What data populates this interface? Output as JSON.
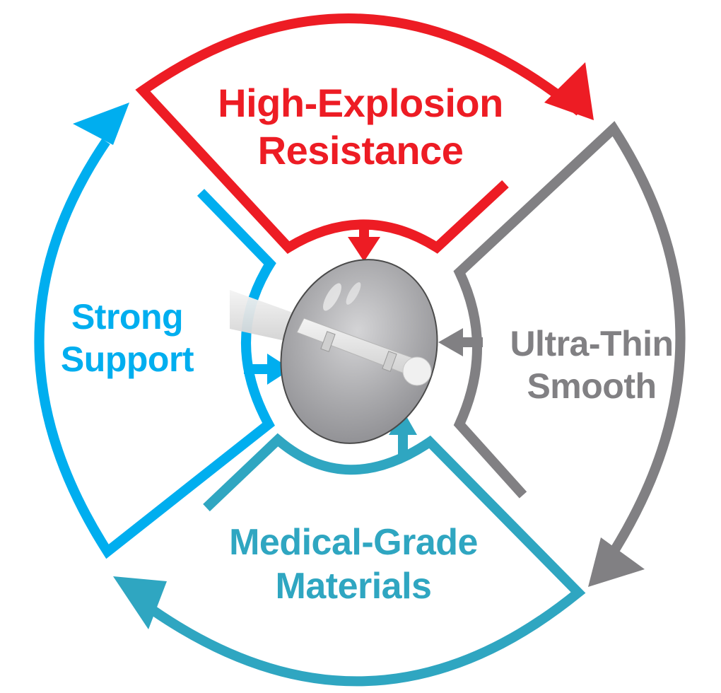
{
  "diagram": {
    "type": "cycle",
    "center_item": "balloon-catheter-product-image",
    "segments": [
      {
        "id": "top",
        "label_line1": "High-Explosion",
        "label_line2": "Resistance",
        "color": "#ed1c24"
      },
      {
        "id": "right",
        "label_line1": "Ultra-Thin",
        "label_line2": "Smooth",
        "color": "#818083"
      },
      {
        "id": "bottom",
        "label_line1": "Medical-Grade",
        "label_line2": "Materials",
        "color": "#2fa6c1"
      },
      {
        "id": "left",
        "label_line1": "Strong",
        "label_line2": "Support",
        "color": "#00aeef"
      }
    ]
  }
}
